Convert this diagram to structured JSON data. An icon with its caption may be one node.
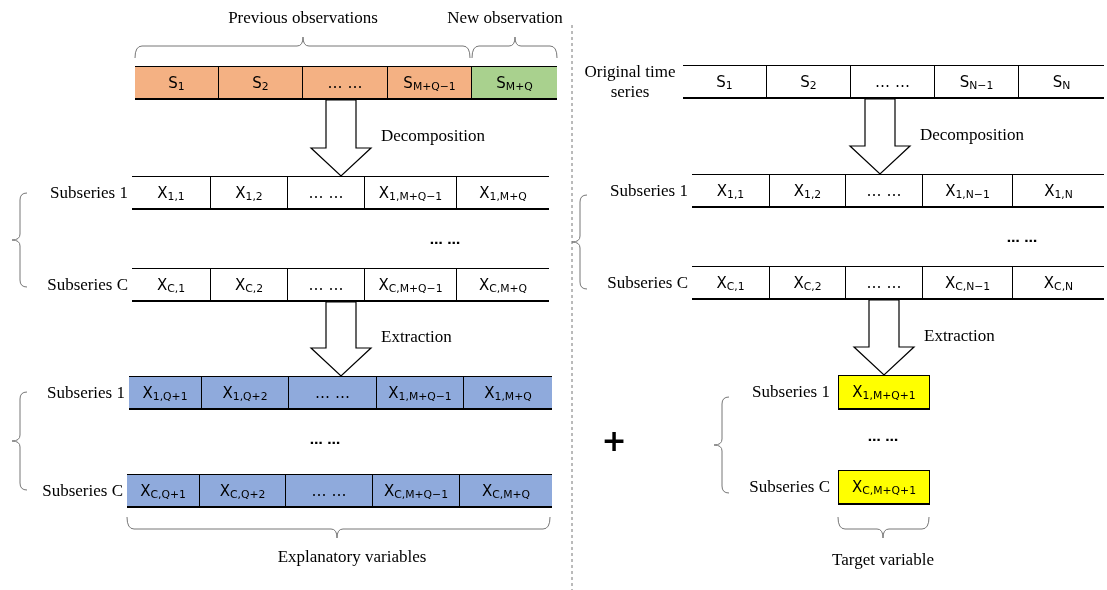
{
  "diagram": {
    "nodes": [
      {
        "text": [],
        "shape": "bar"
      },
      {
        "text": [
          "S$_{1}$"
        ],
        "in": 0
      },
      {
        "text": [
          "S$_{2}$"
        ],
        "in": 0
      },
      {
        "text": [
          "… …"
        ],
        "in": 0
      },
      {
        "text": [
          "S$_{M+Q−1}$"
        ],
        "in": 0
      },
      {
        "text": [
          "S$_{M+Q}$"
        ],
        "in": 0
      },
      {
        "text": [],
        "shape": "bar",
        "beside": [
          "Subseries 1"
        ]
      },
      {
        "text": [
          "X$_{1,1}$"
        ],
        "in": 6
      },
      {
        "text": [
          "X$_{1,2}$"
        ],
        "in": 6
      },
      {
        "text": [
          "… …"
        ],
        "in": 6
      },
      {
        "text": [
          "X$_{1,M+Q−1}$"
        ],
        "in": 6
      },
      {
        "text": [
          "X$_{1,M+Q}$"
        ],
        "in": 6
      },
      {
        "text": [],
        "shape": "bar",
        "beside": [
          "Subseries C"
        ]
      },
      {
        "text": [
          "X$_{C,1}$"
        ],
        "in": 12
      },
      {
        "text": [
          "X$_{C,2}$"
        ],
        "in": 12
      },
      {
        "text": [
          "… …"
        ],
        "in": 12
      },
      {
        "text": [
          "X$_{C,M+Q−1}$"
        ],
        "in": 12
      },
      {
        "text": [
          "X$_{C,M+Q}$"
        ],
        "in": 12
      },
      {
        "text": [],
        "shape": "bar",
        "beside": [
          "Subseries 1"
        ]
      },
      {
        "text": [
          "X$_{1,Q+1}$"
        ],
        "in": 18
      },
      {
        "text": [
          "X$_{1,Q+2}$"
        ],
        "in": 18
      },
      {
        "text": [
          "… …"
        ],
        "in": 18
      },
      {
        "text": [
          "X$_{1,M+Q−1}$"
        ],
        "in": 18
      },
      {
        "text": [
          "X$_{1,M+Q}$"
        ],
        "in": 18
      },
      {
        "text": [],
        "shape": "bar",
        "beside": [
          "Subseries C"
        ]
      },
      {
        "text": [
          "X$_{C,Q+1}$"
        ],
        "in": 24
      },
      {
        "text": [
          "X$_{C,Q+2}$"
        ],
        "in": 24
      },
      {
        "text": [
          "… …"
        ],
        "in": 24
      },
      {
        "text": [
          "X$_{C,M+Q−1}$"
        ],
        "in": 24
      },
      {
        "text": [
          "X$_{C,M+Q}$"
        ],
        "in": 24
      },
      {
        "text": [],
        "shape": "bar",
        "beside": [
          "Original time series"
        ]
      },
      {
        "text": [
          "S$_{1}$"
        ],
        "in": 30
      },
      {
        "text": [
          "S$_{2}$"
        ],
        "in": 30
      },
      {
        "text": [
          "… …"
        ],
        "in": 30
      },
      {
        "text": [
          "S$_{N−1}$"
        ],
        "in": 30
      },
      {
        "text": [
          "S$_{N}$"
        ],
        "in": 30
      },
      {
        "text": [],
        "shape": "bar",
        "beside": [
          "Subseries 1"
        ]
      },
      {
        "text": [
          "X$_{1,1}$"
        ],
        "in": 36
      },
      {
        "text": [
          "X$_{1,2}$"
        ],
        "in": 36
      },
      {
        "text": [
          "… …"
        ],
        "in": 36
      },
      {
        "text": [
          "X$_{1,N−1}$"
        ],
        "in": 36
      },
      {
        "text": [
          "X$_{1,N}$"
        ],
        "in": 36
      },
      {
        "text": [],
        "shape": "bar",
        "beside": [
          "Subseries C"
        ]
      },
      {
        "text": [
          "X$_{C,1}$"
        ],
        "in": 42
      },
      {
        "text": [
          "X$_{C,2}$"
        ],
        "in": 42
      },
      {
        "text": [
          "… …"
        ],
        "in": 42
      },
      {
        "text": [
          "X$_{C,N−1}$"
        ],
        "in": 42
      },
      {
        "text": [
          "X$_{C,N}$"
        ],
        "in": 42
      },
      {
        "text": [
          "X$_{1,M+Q+1}$"
        ],
        "beside": [
          "Subseries 1"
        ]
      },
      {
        "text": [
          "X$_{C,M+Q+1}$"
        ],
        "beside": [
          "Subseries C"
        ]
      }
    ],
    "edges": [
      {
        "from": 0,
        "to": 6,
        "arrow": "to",
        "label": "Decomposition"
      },
      {
        "from": 12,
        "to": 18,
        "arrow": "to",
        "label": "Extraction"
      },
      {
        "from": 30,
        "to": 36,
        "arrow": "to",
        "label": "Decomposition"
      },
      {
        "from": 42,
        "to": 48,
        "arrow": "to",
        "label": "Extraction"
      }
    ],
    "labels": [
      "Previous observations",
      "New observation",
      "… …",
      "… …",
      "Explanatory variables",
      "… …",
      "+",
      "… …",
      "Target variable"
    ]
  }
}
